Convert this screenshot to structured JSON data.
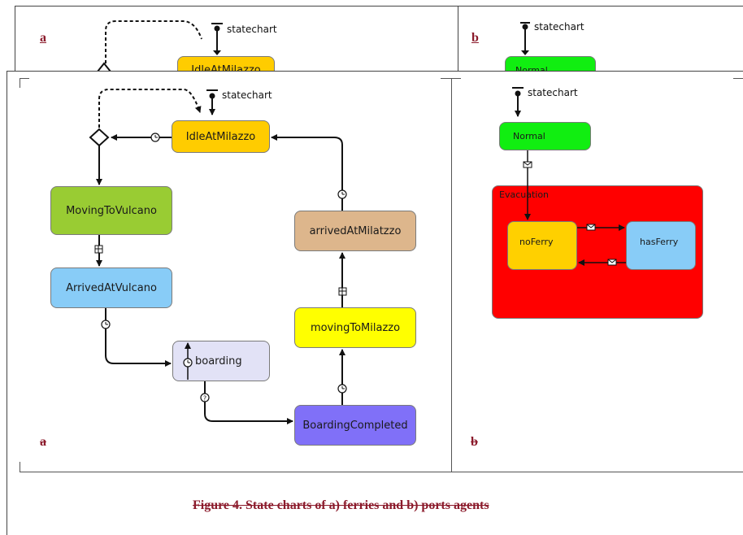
{
  "background_figure": {
    "panel_a_letter": "a",
    "panel_b_letter": "b",
    "statechart_label_a": "statechart",
    "statechart_label_b": "statechart",
    "idle_state": "IdleAtMilazzo",
    "normal_state": "Normal"
  },
  "panel_a": {
    "letter": "a",
    "statechart_label": "statechart",
    "states": {
      "idle": "IdleAtMilazzo",
      "moving_to_vulcano": "MovingToVulcano",
      "arrived_at_vulcano": "ArrivedAtVulcano",
      "boarding": "boarding",
      "boarding_completed": "BoardingCompleted",
      "moving_to_milazzo": "movingToMilazzo",
      "arrived_at_milatzzo": "arrivedAtMilatzzo"
    }
  },
  "panel_b": {
    "letter": "b",
    "statechart_label": "statechart",
    "states": {
      "normal": "Normal",
      "evacuation": "Evacuation",
      "no_ferry": "noFerry",
      "has_ferry": "hasFerry"
    }
  },
  "caption": "Figure 4. State charts of a) ferries and b) ports agents",
  "colors": {
    "idle": "#ffcc00",
    "moving_to_vulcano": "#99cc33",
    "arrived_at_vulcano": "#88ccf7",
    "boarding": "#e2e2f6",
    "boarding_completed": "#8070f8",
    "moving_to_milazzo": "#ffff00",
    "arrived_at_milatzzo": "#ddb68c",
    "normal": "#11ee11",
    "evacuation": "#ff0000",
    "no_ferry": "#ffd000",
    "has_ferry": "#88ccf7",
    "caption": "#8b1a2b"
  },
  "icons": [
    "timeout-transition-icon",
    "message-transition-icon",
    "condition-transition-icon",
    "condition-branch-icon",
    "statechart-entry-icon"
  ]
}
